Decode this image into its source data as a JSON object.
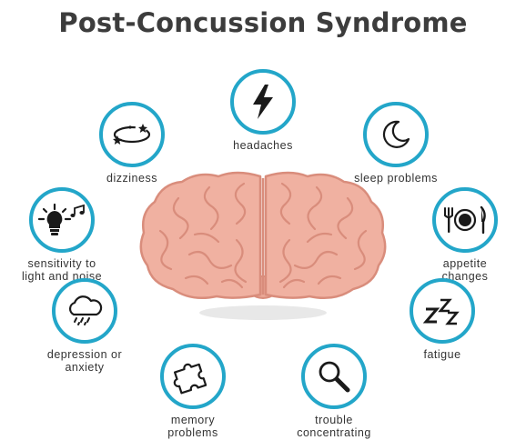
{
  "title": "Post-Concussion Syndrome",
  "symptoms": [
    {
      "label": "headaches",
      "icon": "lightning-bolt-icon"
    },
    {
      "label": "dizziness",
      "icon": "dizzy-stars-icon"
    },
    {
      "label": "sleep problems",
      "icon": "crescent-moon-icon"
    },
    {
      "label": "sensitivity to\nlight and noise",
      "icon": "lightbulb-music-icon"
    },
    {
      "label": "appetite\nchanges",
      "icon": "plate-fork-knife-icon"
    },
    {
      "label": "depression or\nanxiety",
      "icon": "rain-cloud-icon"
    },
    {
      "label": "fatigue",
      "icon": "zzz-icon"
    },
    {
      "label": "memory\nproblems",
      "icon": "puzzle-piece-icon"
    },
    {
      "label": "trouble\nconcentrating",
      "icon": "magnifying-glass-icon"
    }
  ],
  "colors": {
    "accent": "#23a6c9",
    "brain": "#f0b1a1",
    "brain_outline": "#e29a8b",
    "title": "#3c3c3c"
  }
}
